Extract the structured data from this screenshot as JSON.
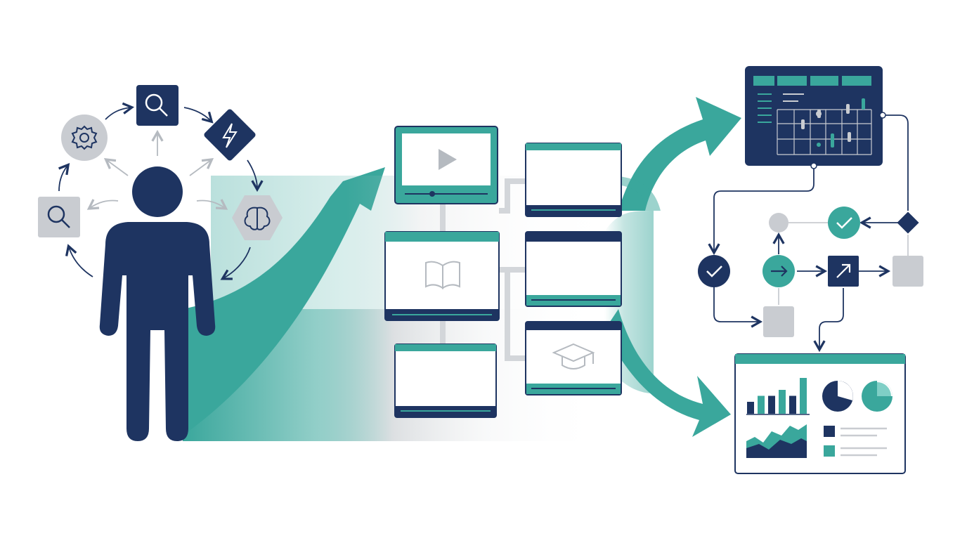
{
  "colors": {
    "navy": "#1e3461",
    "teal": "#3aa79c",
    "teal_light": "#7fcfc6",
    "gray": "#c9ccd1",
    "gray_dark": "#9aa0a8",
    "white": "#ffffff"
  },
  "persona": {
    "figure_icon": "person-icon",
    "cycle_icons": [
      "search-icon",
      "lightning-icon",
      "brain-icon",
      "search-icon",
      "gear-icon"
    ]
  },
  "content_modules": {
    "cards": [
      {
        "icon": "video-play-icon"
      },
      {
        "icon": "none"
      },
      {
        "icon": "open-book-icon"
      },
      {
        "icon": "none"
      },
      {
        "icon": "none"
      },
      {
        "icon": "graduation-cap-icon"
      }
    ]
  },
  "workflow": {
    "nodes": [
      "check-icon",
      "arrow-right-icon",
      "external-arrow-icon",
      "check-icon",
      "diamond-icon"
    ]
  },
  "dashboard": {
    "bar_values": [
      2,
      3,
      3,
      4,
      3,
      6
    ],
    "pie_icons": [
      "pie-chart-icon",
      "pie-chart-icon"
    ],
    "area_icon": "area-chart-icon"
  }
}
